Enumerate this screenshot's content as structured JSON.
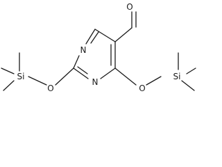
{
  "molecule": {
    "atoms": {
      "aldehyde_oxygen": "O",
      "ring_nitrogen_top": "N",
      "ring_nitrogen_bottom": "N",
      "ether_oxygen_left": "O",
      "ether_oxygen_right": "O",
      "silicon_left": "Si",
      "silicon_right": "Si"
    }
  }
}
